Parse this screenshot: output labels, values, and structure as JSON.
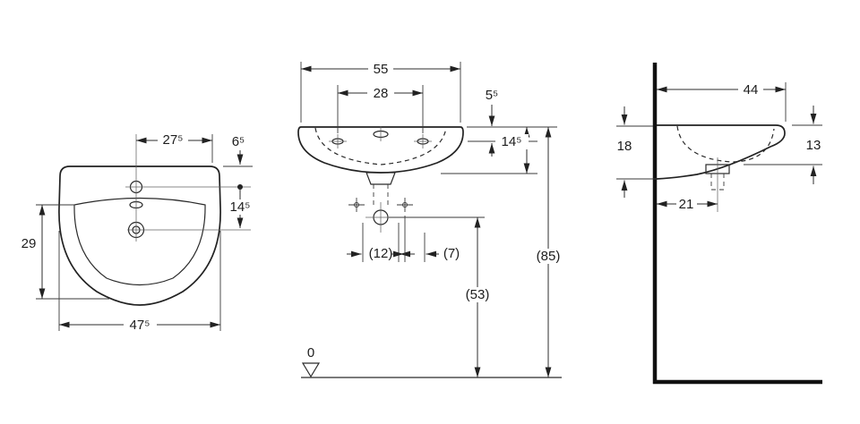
{
  "drawing": {
    "top_view": {
      "tap_center_x": "27⁵",
      "tap_center_y": "6⁵",
      "tap_to_drain": "14⁵",
      "bowl_depth": "29",
      "width": "47⁵"
    },
    "front_view": {
      "width": "55",
      "tap_hole_spacing": "28",
      "rim_to_tap_level": "5⁵",
      "height": "14⁵",
      "fixing_hole_spacing": "(12)",
      "fixing_hole_offset": "(7)",
      "drain_height": "(53)",
      "rim_height": "(85)",
      "datum_level": "0"
    },
    "side_view": {
      "depth": "44",
      "front_edge_height": "13",
      "rear_height": "18",
      "drain_to_wall": "21"
    }
  }
}
